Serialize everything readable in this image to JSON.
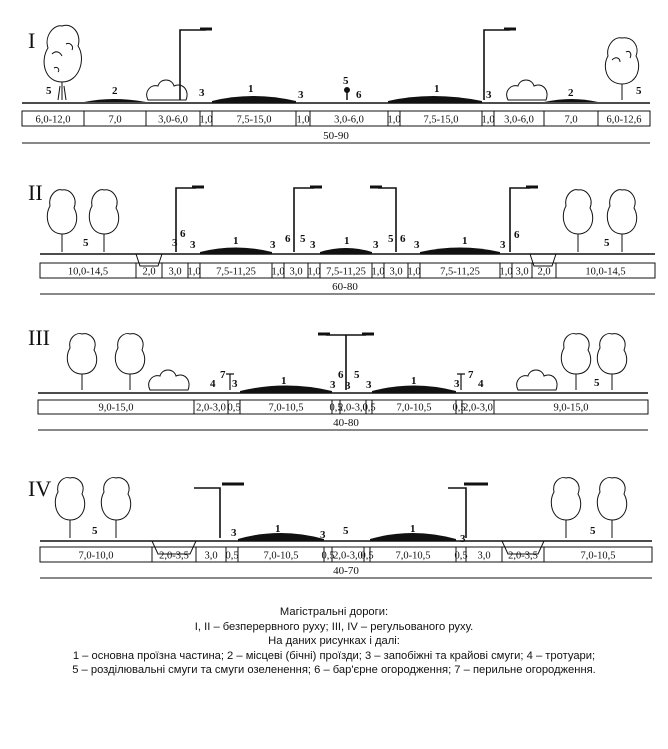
{
  "sections": [
    {
      "roman": "I",
      "segments": [
        "6,0-12,0",
        "7,0",
        "3,0-6,0",
        "1,0",
        "7,5-15,0",
        "1,0",
        "3,0-6,0",
        "1,0",
        "7,5-15,0",
        "1,0",
        "3,0-6,0",
        "7,0",
        "6,0-12,6"
      ],
      "total": "50-90",
      "labels": [
        "5",
        "2",
        "3",
        "1",
        "3",
        "5",
        "6",
        "1",
        "3",
        "2",
        "5"
      ]
    },
    {
      "roman": "II",
      "segments": [
        "10,0-14,5",
        "2,0",
        "3,0",
        "1,0",
        "7,5-11,25",
        "1,0",
        "3,0",
        "1,0",
        "7,5-11,25",
        "1,0",
        "3,0",
        "1,0",
        "7,5-11,25",
        "1,0",
        "3,0",
        "2,0",
        "10,0-14,5"
      ],
      "total": "60-80",
      "labels": [
        "5",
        "3",
        "6",
        "3",
        "1",
        "3",
        "6",
        "5",
        "3",
        "1",
        "3",
        "5",
        "6",
        "3",
        "1",
        "3",
        "6",
        "5"
      ]
    },
    {
      "roman": "III",
      "segments": [
        "9,0-15,0",
        "2,0-3,0",
        "0,5",
        "7,0-10,5",
        "0,5",
        "2,0-3,0",
        "0,5",
        "7,0-10,5",
        "0,5",
        "2,0-3,0",
        "9,0-15,0"
      ],
      "total": "40-80",
      "labels": [
        "4",
        "7",
        "3",
        "1",
        "3",
        "6",
        "3",
        "5",
        "3",
        "1",
        "3",
        "7",
        "4",
        "5"
      ]
    },
    {
      "roman": "IV",
      "segments": [
        "7,0-10,0",
        "2,0-3,5",
        "3,0",
        "0,5",
        "7,0-10,5",
        "0,5",
        "2,0-3,0",
        "0,5",
        "7,0-10,5",
        "0,5",
        "3,0",
        "2,0-3,5",
        "7,0-10,5"
      ],
      "total": "40-70",
      "labels": [
        "5",
        "3",
        "1",
        "3",
        "5",
        "1",
        "3",
        "5"
      ]
    }
  ],
  "caption": {
    "title": "Магістральні дороги:",
    "subtitle": "І, ІІ – безперервного руху; ІІІ, IV – регульованого руху.",
    "note": "На даних рисунках і далі:",
    "legend_line1": "1 – основна проїзна частина; 2 – місцеві (бічні) проїзди; 3 – запобіжні та крайові смуги; 4 – тротуари;",
    "legend_line2": "5 – розділювальні смуги та смуги озеленення; 6 – бар'єрне огородження; 7 – перильне огородження."
  }
}
